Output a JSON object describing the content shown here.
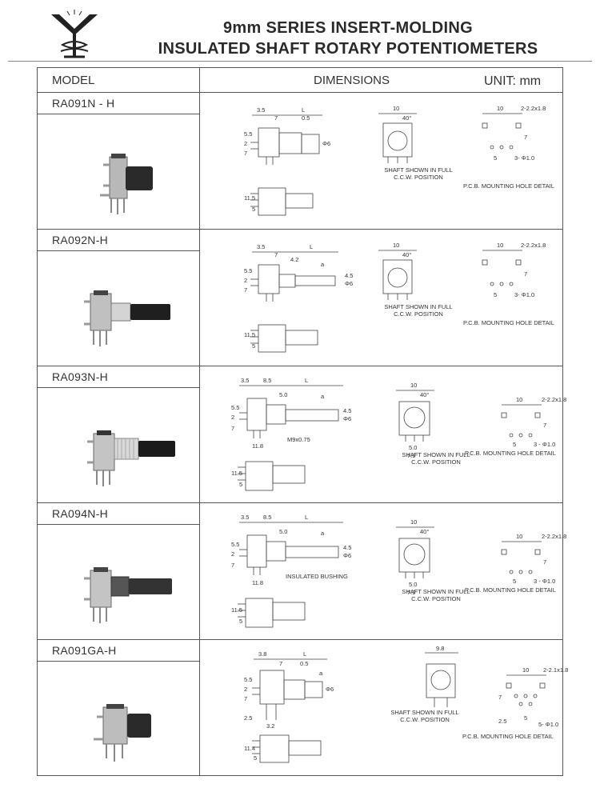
{
  "header": {
    "title_line1": "9mm SERIES INSERT-MOLDING",
    "title_line2": "INSULATED SHAFT ROTARY POTENTIOMETERS"
  },
  "table": {
    "col_model": "MODEL",
    "col_dimensions": "DIMENSIONS",
    "unit": "UNIT: mm"
  },
  "rows": [
    {
      "model": "RA091N - H",
      "shaft_note": [
        "SHAFT SHOWN IN FULL",
        "C.C.W. POSITION"
      ],
      "pcb_note": "P.C.B. MOUNTING HOLE DETAIL",
      "dims": {
        "a": "3.5",
        "b": "7",
        "c": "0.5",
        "L": "L",
        "h1": "5.5",
        "h2": "2",
        "h3": "7",
        "d": "Φ6",
        "h4": "11.5",
        "h5": "5",
        "w": "10",
        "ang": "40°",
        "pw": "10",
        "pad": "2-2.2x1.8",
        "ph": "7",
        "ps": "5",
        "hole": "3- Φ1.0"
      }
    },
    {
      "model": "RA092N-H",
      "shaft_note": [
        "SHAFT SHOWN IN FULL",
        "C.C.W. POSITION"
      ],
      "pcb_note": "P.C.B. MOUNTING HOLE DETAIL",
      "dims": {
        "a": "3.5",
        "b": "7",
        "c": "4.2",
        "L": "L",
        "e": "a",
        "h1": "5.5",
        "h2": "2",
        "h3": "7",
        "d": "Φ6",
        "d2": "4.5",
        "h4": "11.5",
        "h5": "5",
        "w": "10",
        "ang": "40°",
        "pw": "10",
        "pad": "2-2.2x1.8",
        "ph": "7",
        "ps": "5",
        "hole": "3- Φ1.0"
      }
    },
    {
      "model": "RA093N-H",
      "shaft_note": [
        "SHAFT SHOWN IN FULL",
        "C.C.W. POSITION"
      ],
      "pcb_note": "P.C.B. MOUNTING HOLE DETAIL",
      "extra": "M9x0.75",
      "dims": {
        "a": "3.5",
        "b": "8.5",
        "c": "5.0",
        "L": "L",
        "e": "a",
        "h1": "5.5",
        "h2": "2",
        "h3": "7",
        "d": "Φ6",
        "d2": "4.5",
        "k": "11.8",
        "h4": "11.5",
        "h5": "5",
        "w": "10",
        "ang": "40°",
        "w2": "5.0",
        "w3": "7.9",
        "pw": "10",
        "pad": "2-2.2x1.8",
        "ph": "7",
        "ps": "5",
        "hole": "3 - Φ1.0"
      }
    },
    {
      "model": "RA094N-H",
      "shaft_note": [
        "SHAFT SHOWN IN FULL",
        "C.C.W. POSITION"
      ],
      "pcb_note": "P.C.B. MOUNTING HOLE DETAIL",
      "extra": "INSULATED BUSHING",
      "dims": {
        "a": "3.5",
        "b": "8.5",
        "c": "5.0",
        "L": "L",
        "e": "a",
        "h1": "5.5",
        "h2": "2",
        "h3": "7",
        "d": "Φ6",
        "d2": "4.5",
        "k": "11.8",
        "h4": "11.5",
        "h5": "5",
        "w": "10",
        "ang": "40°",
        "w2": "5.0",
        "w3": "7.9",
        "pw": "10",
        "pad": "2-2.2x1.8",
        "ph": "7",
        "ps": "5",
        "hole": "3 - Φ1.0"
      }
    },
    {
      "model": "RA091GA-H",
      "shaft_note": [
        "SHAFT SHOWN IN FULL",
        "C.C.W. POSITION"
      ],
      "pcb_note": "P.C.B. MOUNTING HOLE DETAIL",
      "dims": {
        "a": "3.8",
        "b": "7",
        "c": "0.5",
        "L": "L",
        "e": "a",
        "h1": "5.5",
        "h2": "2",
        "h3": "7",
        "h6": "2.5",
        "k": "3.2",
        "d": "Φ6",
        "h4": "11.4",
        "h5": "5",
        "w": "9.8",
        "pw": "10",
        "pad": "2-2.1x1.8",
        "ph": "7",
        "ps": "5",
        "ph2": "2.5",
        "hole": "5- Φ1.0"
      }
    }
  ]
}
